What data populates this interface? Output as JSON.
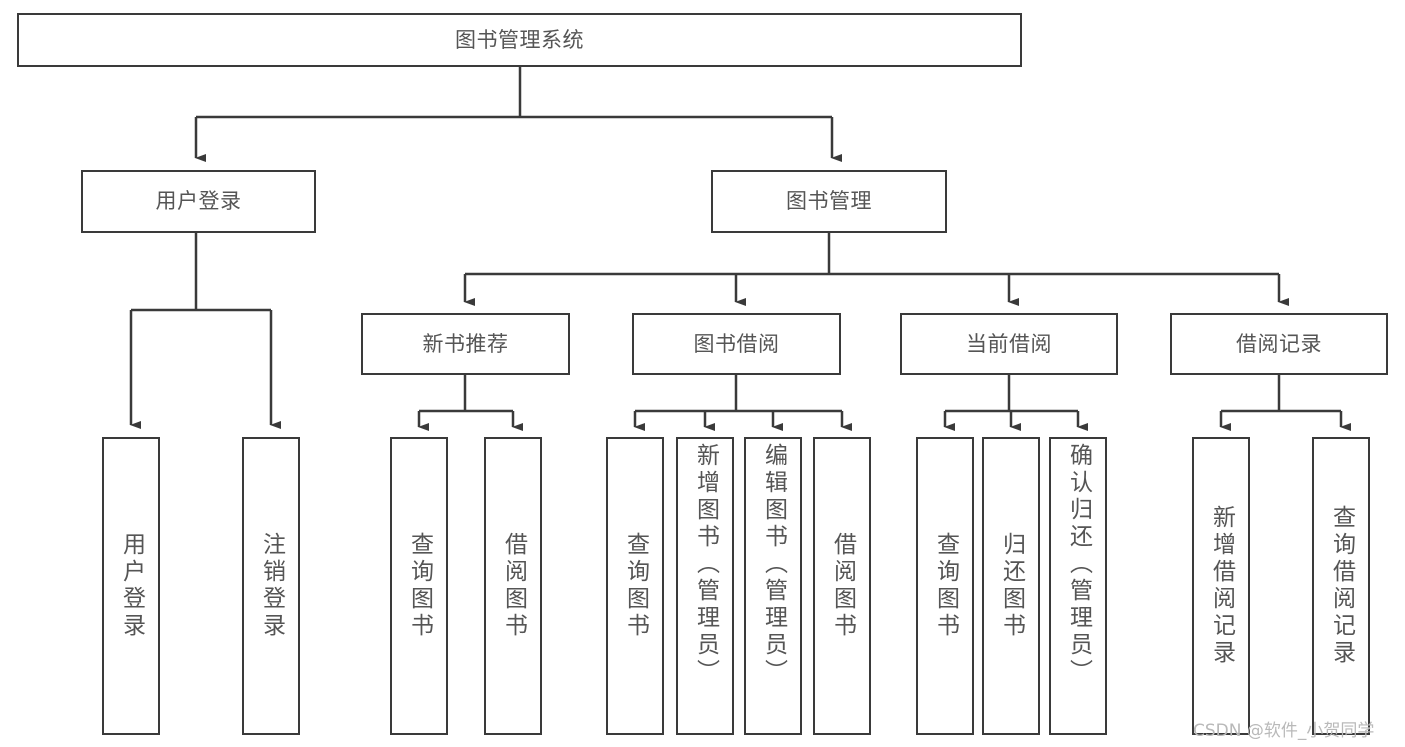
{
  "diagram": {
    "type": "hierarchy-tree",
    "title": "图书管理系统",
    "orientation": "top-down",
    "box_fill": "#ffffff",
    "box_stroke": "#3a3a3a",
    "text_color": "#555555",
    "background": "#ffffff",
    "levels": 4
  },
  "nodes": {
    "root": {
      "label": "图书管理系统"
    },
    "level2": [
      {
        "label": "用户登录"
      },
      {
        "label": "图书管理"
      }
    ],
    "level3": [
      {
        "label": "新书推荐"
      },
      {
        "label": "图书借阅"
      },
      {
        "label": "当前借阅"
      },
      {
        "label": "借阅记录"
      }
    ],
    "leaves_user_login": [
      {
        "label": "用户登录"
      },
      {
        "label": "注销登录"
      }
    ],
    "leaves_new_book": [
      {
        "label": "查询图书"
      },
      {
        "label": "借阅图书"
      }
    ],
    "leaves_borrow": [
      {
        "label": "查询图书"
      },
      {
        "label": "新增图书（管理员）"
      },
      {
        "label": "编辑图书（管理员）"
      },
      {
        "label": "借阅图书"
      }
    ],
    "leaves_current": [
      {
        "label": "查询图书"
      },
      {
        "label": "归还图书"
      },
      {
        "label": "确认归还（管理员）"
      }
    ],
    "leaves_record": [
      {
        "label": "新增借阅记录"
      },
      {
        "label": "查询借阅记录"
      }
    ]
  },
  "watermark": {
    "text": "CSDN @软件_小贺同学"
  }
}
